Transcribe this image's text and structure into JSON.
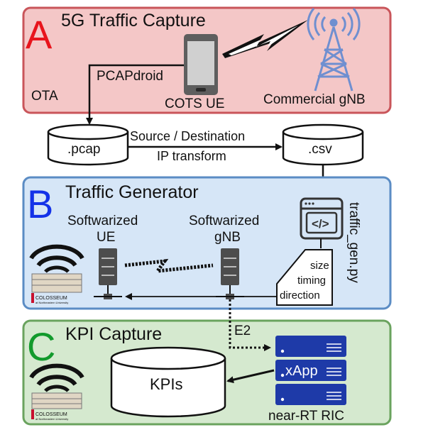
{
  "panels": {
    "a": {
      "letter": "A",
      "title": "5G Traffic Capture",
      "letter_color": "#e8141c",
      "fill": "#f4c7c7",
      "stroke": "#c9555a"
    },
    "b": {
      "letter": "B",
      "title": "Traffic Generator",
      "letter_color": "#1432e8",
      "fill": "#d6e6f7",
      "stroke": "#5b8cc4"
    },
    "c": {
      "letter": "C",
      "title": "KPI Capture",
      "letter_color": "#129a2c",
      "fill": "#d5e9cf",
      "stroke": "#6aa35e"
    }
  },
  "labels": {
    "pcapdroid": "PCAPdroid",
    "ota": "OTA",
    "cots_ue": "COTS UE",
    "commercial_gnb": "Commercial gNB",
    "pcap": ".pcap",
    "csv": ".csv",
    "transform_line1": "Source / Destination",
    "transform_line2": "IP transform",
    "soft_ue_line1": "Softwarized",
    "soft_ue_line2": "UE",
    "soft_gnb_line1": "Softwarized",
    "soft_gnb_line2": "gNB",
    "script_name": "traffic_gen.py",
    "code_glyph": "</>",
    "size": "size",
    "timing": "timing",
    "direction": "direction",
    "e2": "E2",
    "kpis": "KPIs",
    "xapp": "xApp",
    "near_rt_ric": "near-RT RIC",
    "colosseum_logo_text": "COLOSSEUM",
    "colosseum_logo_sub": "at Northeastern University"
  },
  "colors": {
    "ric_blue": "#1e3aa8",
    "phone_gray": "#5e5e5e",
    "tower_blue": "#6f8fd0",
    "server_gray": "#4d4d4d"
  }
}
